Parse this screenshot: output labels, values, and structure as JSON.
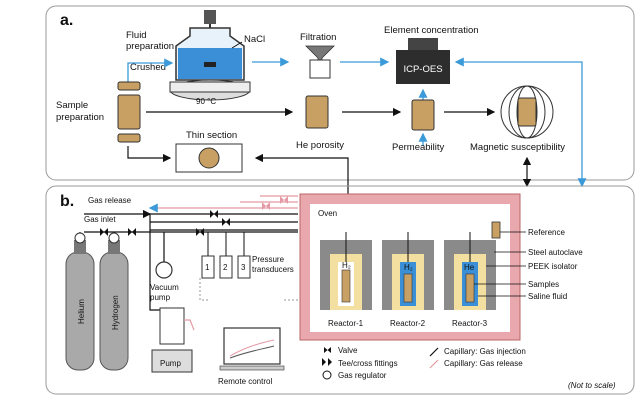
{
  "panel_a": {
    "letter": "a.",
    "fluid_preparation": [
      "Fluid",
      "preparation"
    ],
    "nacl": "NaCl",
    "temperature": "90 °C",
    "crushed": "Crushed",
    "filtration": "Filtration",
    "element_concentration": "Element concentration",
    "icp": "ICP-OES",
    "sample_preparation": [
      "Sample",
      "preparation"
    ],
    "he_porosity": "He porosity",
    "permeability": "Permeability",
    "magnetic_susceptibility": "Magnetic susceptibility",
    "thin_section": "Thin section"
  },
  "panel_b": {
    "letter": "b.",
    "gas_release": "Gas release",
    "gas_inlet": "Gas inlet",
    "helium": "Helium",
    "hydrogen": "Hydrogen",
    "vacuum_pump": [
      "Vacuum",
      "pump"
    ],
    "transducer_numbers": [
      "1",
      "2",
      "3"
    ],
    "pressure_transducers": [
      "Pressure",
      "transducers"
    ],
    "pump": "Pump",
    "remote_control": "Remote control",
    "oven": "Oven",
    "reference": "Reference",
    "steel_autoclave": "Steel autoclave",
    "peek_isolator": "PEEK isolator",
    "samples": "Samples",
    "saline_fluid": "Saline fluid",
    "reactors": [
      {
        "name": "Reactor-1",
        "gas": "H₂"
      },
      {
        "name": "Reactor-2",
        "gas": "H₂"
      },
      {
        "name": "Reactor-3",
        "gas": "He"
      }
    ],
    "legend": {
      "valve": "Valve",
      "fittings": "Tee/cross fittings",
      "regulator": "Gas regulator",
      "cap_injection": "Capillary: Gas injection",
      "cap_release": "Capillary: Gas release"
    },
    "not_to_scale": "(Not to scale)"
  },
  "colors": {
    "sample_tan": "#c9a063",
    "fluid_blue": "#3a8fd6",
    "arrow_blue": "#3b9ad9",
    "oven_pink": "#e8a8ad",
    "autoclave_gray": "#8a8a8a",
    "peek_yellow": "#f3e0a0",
    "release_pink": "#e49aa5"
  }
}
